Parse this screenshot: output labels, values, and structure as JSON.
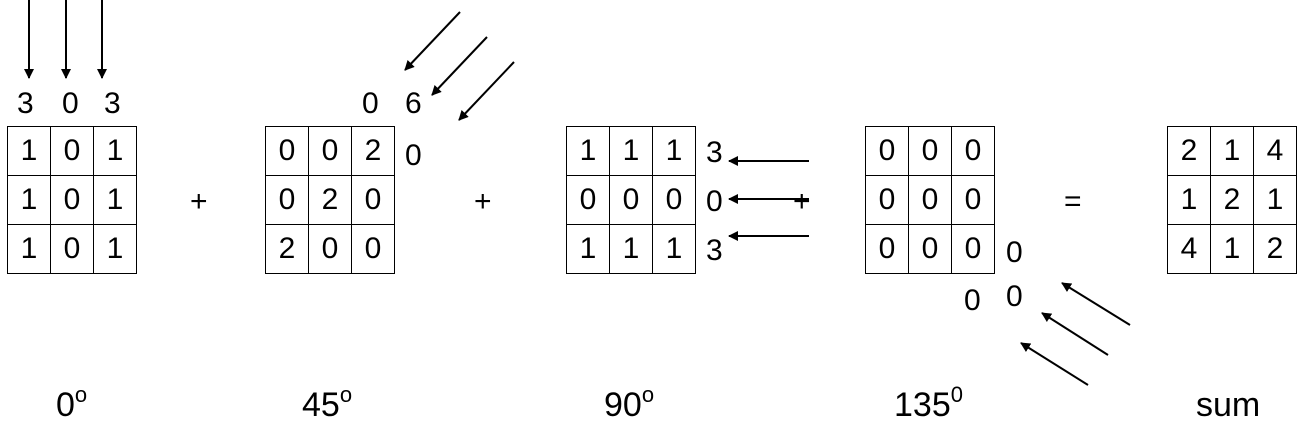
{
  "panels": [
    {
      "grid": [
        [
          "1",
          "0",
          "1"
        ],
        [
          "1",
          "0",
          "1"
        ],
        [
          "1",
          "0",
          "1"
        ]
      ],
      "projection": [
        "3",
        "0",
        "3"
      ],
      "label": {
        "value": "0",
        "sup": "o"
      }
    },
    {
      "grid": [
        [
          "0",
          "0",
          "2"
        ],
        [
          "0",
          "2",
          "0"
        ],
        [
          "2",
          "0",
          "0"
        ]
      ],
      "projection": [
        "0",
        "6",
        "0"
      ],
      "label": {
        "value": "45",
        "sup": "o"
      }
    },
    {
      "grid": [
        [
          "1",
          "1",
          "1"
        ],
        [
          "0",
          "0",
          "0"
        ],
        [
          "1",
          "1",
          "1"
        ]
      ],
      "projection": [
        "3",
        "0",
        "3"
      ],
      "label": {
        "value": "90",
        "sup": "o"
      }
    },
    {
      "grid": [
        [
          "0",
          "0",
          "0"
        ],
        [
          "0",
          "0",
          "0"
        ],
        [
          "0",
          "0",
          "0"
        ]
      ],
      "projection": [
        "0",
        "0",
        "0"
      ],
      "label": {
        "value": "135",
        "sup": "0"
      }
    },
    {
      "grid": [
        [
          "2",
          "1",
          "4"
        ],
        [
          "1",
          "2",
          "1"
        ],
        [
          "4",
          "1",
          "2"
        ]
      ],
      "label": {
        "value": "sum",
        "sup": ""
      }
    }
  ],
  "operators": [
    "+",
    "+",
    "+",
    "="
  ]
}
